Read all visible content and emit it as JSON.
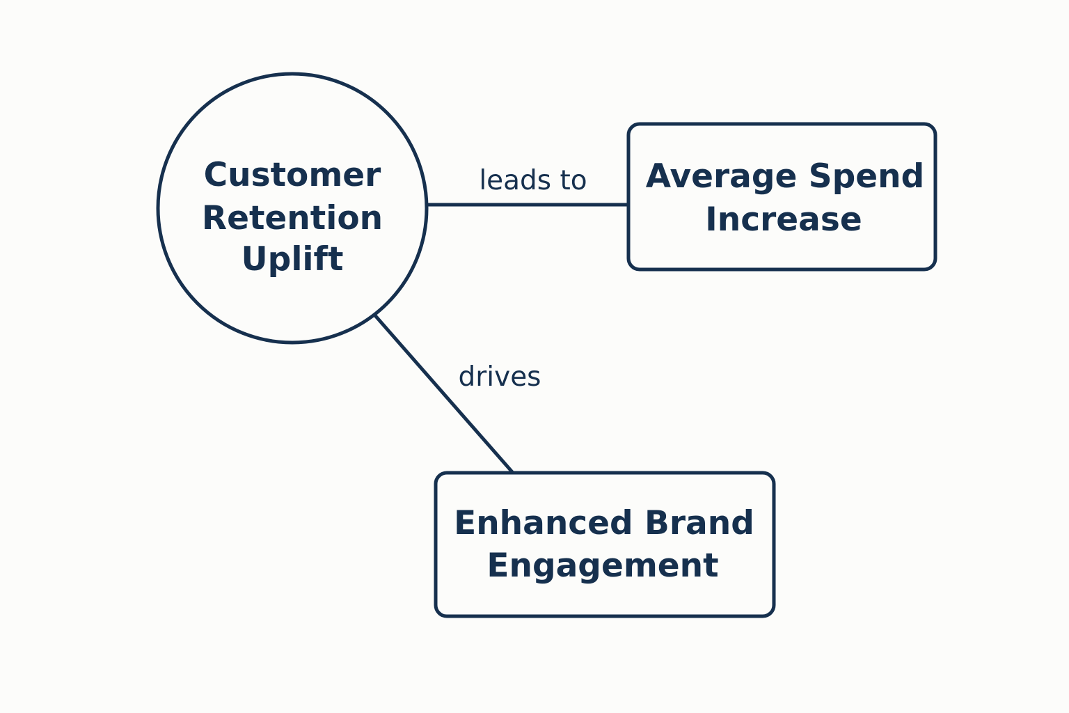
{
  "diagram": {
    "nodes": {
      "retention": {
        "shape": "circle",
        "lines": [
          "Customer",
          "Retention",
          "Uplift"
        ]
      },
      "spend": {
        "shape": "rounded-rectangle",
        "lines": [
          "Average Spend",
          "Increase"
        ]
      },
      "engagement": {
        "shape": "rounded-rectangle",
        "lines": [
          "Enhanced Brand",
          "Engagement"
        ]
      }
    },
    "edges": {
      "leads_to": {
        "from": "retention",
        "to": "spend",
        "label": "leads to"
      },
      "drives": {
        "from": "retention",
        "to": "engagement",
        "label": "drives"
      }
    }
  },
  "colors": {
    "ink": "#16304e",
    "background": "#fcfcfa"
  }
}
